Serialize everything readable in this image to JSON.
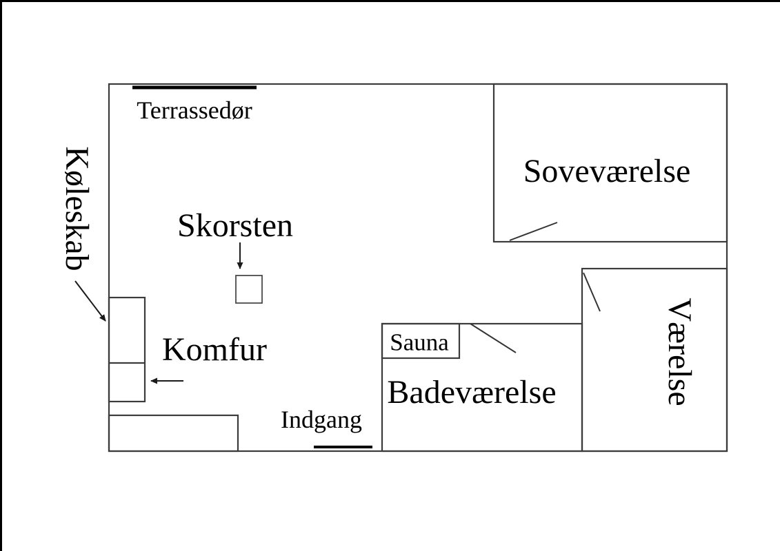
{
  "floorplan": {
    "background_color": "#ffffff",
    "wall_color": "#3b3b3b",
    "ink_color": "#000000",
    "rooms": {
      "sovevaerelse": {
        "label": "Soveværelse"
      },
      "vaerelse": {
        "label": "Værelse"
      },
      "badevaerelse": {
        "label": "Badeværelse"
      },
      "sauna": {
        "label": "Sauna"
      }
    },
    "openings": {
      "terrassedoer": {
        "label": "Terrassedør"
      },
      "indgang": {
        "label": "Indgang"
      }
    },
    "fixtures": {
      "skorsten": {
        "label": "Skorsten"
      },
      "koeleskab": {
        "label": "Køleskab"
      },
      "komfur": {
        "label": "Komfur"
      }
    }
  }
}
